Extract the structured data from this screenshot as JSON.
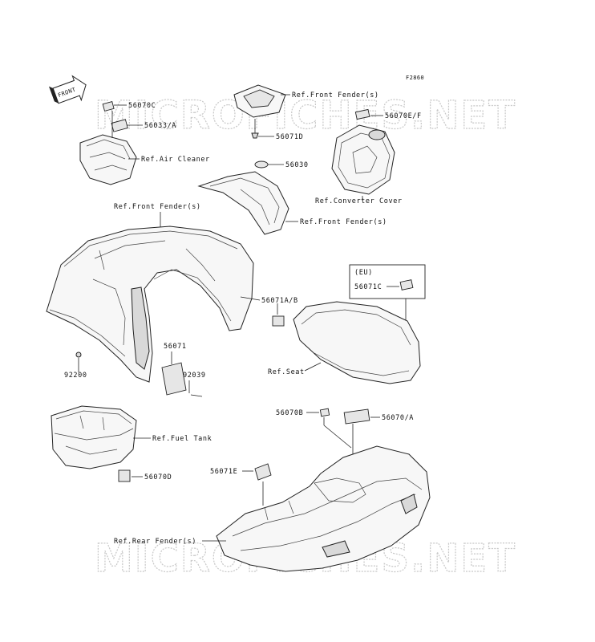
{
  "figure_code": "F2860",
  "front_arrow": "FRONT",
  "watermark": "MICROFICHES.NET",
  "eu_box_label": "(EU)",
  "labels": {
    "p56070C": "56070C",
    "p56033A": "56033/A",
    "ref_air_cleaner": "Ref.Air Cleaner",
    "ref_front_fender_top": "Ref.Front Fender(s)",
    "p56071D": "56071D",
    "p56070EF": "56070E/F",
    "p56030": "56030",
    "ref_converter_cover": "Ref.Converter Cover",
    "ref_front_fender_mid": "Ref.Front Fender(s)",
    "ref_front_fender_left": "Ref.Front Fender(s)",
    "p56071C": "56071C",
    "p56071AB": "56071A/B",
    "p56071": "56071",
    "p92200": "92200",
    "p92039": "92039",
    "ref_seat": "Ref.Seat",
    "ref_fuel_tank": "Ref.Fuel Tank",
    "p56070B": "56070B",
    "p56070A": "56070/A",
    "p56071E": "56071E",
    "p56070D": "56070D",
    "ref_rear_fender": "Ref.Rear Fender(s)"
  }
}
